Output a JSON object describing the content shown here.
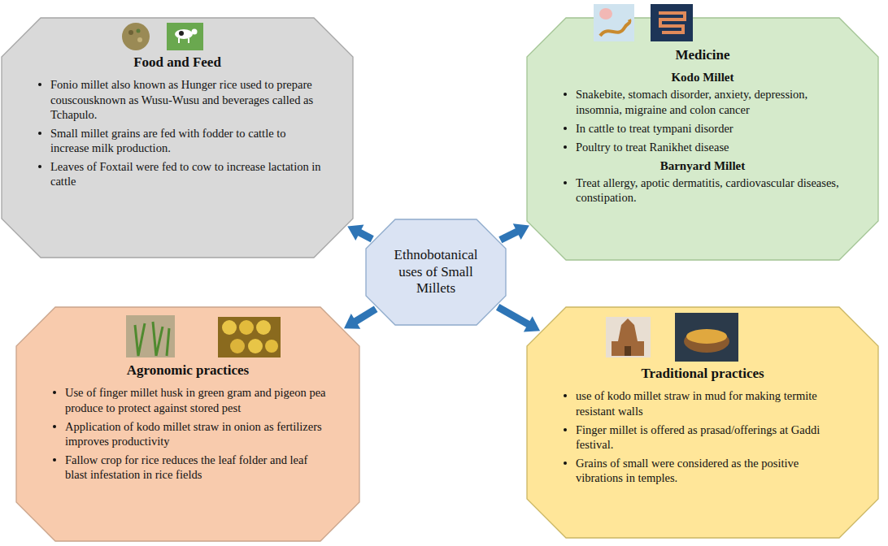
{
  "diagram": {
    "nodes": [
      {
        "text": [
          "Food and Feed",
          "Fonio millet also known as Hunger rice used to prepare couscousknown as Wusu-Wusu and beverages called as Tchapulo.",
          "Small millet grains are fed with fodder to cattle to increase milk production.",
          "Leaves of Foxtail were fed to cow to increase lactation in cattle"
        ]
      },
      {
        "text": [
          "Medicine",
          "Kodo Millet",
          "Snakebite, stomach disorder, anxiety, depression, insomnia, migraine and colon cancer",
          "In cattle to treat tympani disorder",
          "Poultry to treat Ranikhet disease",
          "Barnyard Millet",
          "Treat allergy, apotic dermatitis, cardiovascular diseases, constipation."
        ]
      },
      {
        "text": [
          "Ethnobotanical uses of Small Millets"
        ]
      },
      {
        "text": [
          "Agronomic practices",
          "Use of finger millet husk in green gram and pigeon pea produce to protect against stored pest",
          "Application of kodo millet straw in onion as fertilizers improves productivity",
          "Fallow crop for rice reduces the leaf folder and leaf blast infestation in rice fields"
        ]
      },
      {
        "text": [
          "Traditional practices",
          "use of kodo millet straw in mud for making termite resistant walls",
          "Finger millet is offered as prasad/offerings at Gaddi festival.",
          "Grains of small were considered as the positive vibrations in temples."
        ]
      }
    ],
    "edges": [
      {
        "from": 2,
        "to": 0,
        "arrow": "to"
      },
      {
        "from": 2,
        "to": 1,
        "arrow": "to"
      },
      {
        "from": 2,
        "to": 3,
        "arrow": "to"
      },
      {
        "from": 2,
        "to": 4,
        "arrow": "to"
      }
    ]
  }
}
